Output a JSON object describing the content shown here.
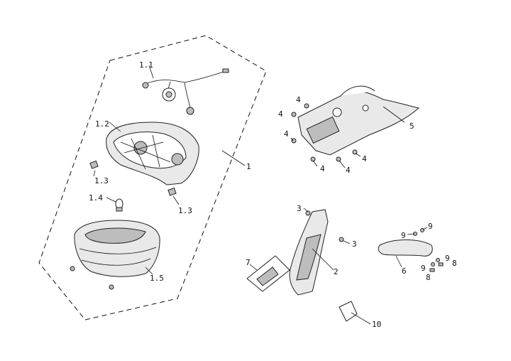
{
  "callouts": {
    "c1_1": "1.1",
    "c1_2": "1.2",
    "c1_3a": "1.3",
    "c1_3b": "1.3",
    "c1_4": "1.4",
    "c1_5": "1.5",
    "c1": "1",
    "c2": "2",
    "c3a": "3",
    "c3b": "3",
    "c4a": "4",
    "c4b": "4",
    "c4c": "4",
    "c4d": "4",
    "c4e": "4",
    "c4f": "4",
    "c5": "5",
    "c6": "6",
    "c7": "7",
    "c8a": "8",
    "c8b": "8",
    "c9a": "9",
    "c9b": "9",
    "c9c": "9",
    "c9d": "9",
    "c10": "10"
  }
}
